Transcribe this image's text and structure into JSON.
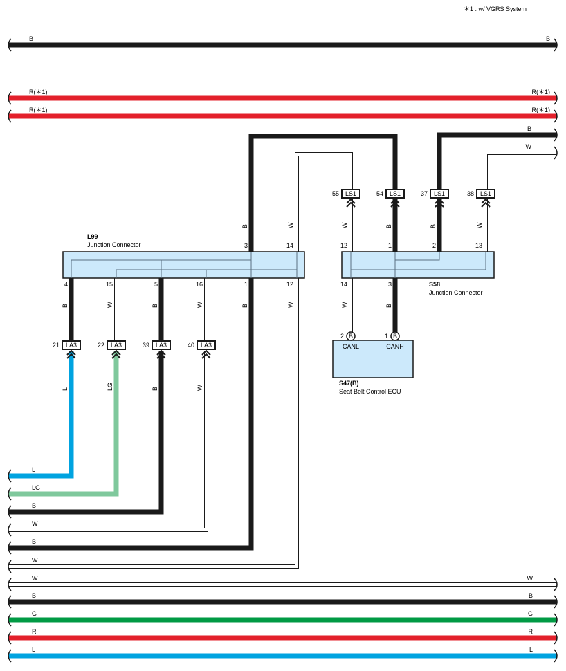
{
  "note": "＊1 : w/ VGRS System",
  "colors": {
    "B": "#1a1a1a",
    "R": "#e3202b",
    "L": "#00a3e0",
    "LG": "#7fc89c",
    "G": "#009a44",
    "W": "#ffffff",
    "box": "#cce9fb",
    "box_line": "#1a1a1a",
    "inner_line": "#5a7080"
  },
  "top_wires": [
    {
      "color": "B",
      "label_left": "B",
      "label_right": "B"
    },
    {
      "color": "R",
      "label_left": "R(＊1)",
      "label_right": "R(＊1)"
    },
    {
      "color": "R",
      "label_left": "R(＊1)",
      "label_right": "R(＊1)"
    }
  ],
  "right_wires": [
    {
      "color": "B",
      "label": "B"
    },
    {
      "color": "W",
      "label": "W"
    }
  ],
  "left_wires": [
    {
      "color": "L",
      "label": "L"
    },
    {
      "color": "LG",
      "label": "LG"
    },
    {
      "color": "B",
      "label": "B"
    },
    {
      "color": "W",
      "label": "W"
    },
    {
      "color": "B",
      "label": "B"
    },
    {
      "color": "W",
      "label": "W"
    }
  ],
  "bottom_wires": [
    {
      "color": "W",
      "label_left": "W",
      "label_right": "W"
    },
    {
      "color": "B",
      "label_left": "B",
      "label_right": "B"
    },
    {
      "color": "G",
      "label_left": "G",
      "label_right": "G"
    },
    {
      "color": "R",
      "label_left": "R",
      "label_right": "R"
    },
    {
      "color": "L",
      "label_left": "L",
      "label_right": "L"
    }
  ],
  "l99": {
    "code": "L99",
    "name": "Junction Connector",
    "top_pins": [
      "3",
      "14"
    ],
    "bottom_pins": [
      "4",
      "15",
      "5",
      "16",
      "1",
      "12"
    ]
  },
  "s58": {
    "code": "S58",
    "name": "Junction Connector",
    "top_pins": [
      "12",
      "1",
      "2",
      "13"
    ],
    "bottom_pins": [
      "14",
      "3"
    ]
  },
  "ls1": [
    {
      "pin": "55",
      "code": "LS1",
      "color": "W"
    },
    {
      "pin": "54",
      "code": "LS1",
      "color": "B"
    },
    {
      "pin": "37",
      "code": "LS1",
      "color": "B"
    },
    {
      "pin": "38",
      "code": "LS1",
      "color": "W"
    }
  ],
  "la3": [
    {
      "pin": "21",
      "code": "LA3",
      "color_upper": "B",
      "color_lower": "L"
    },
    {
      "pin": "22",
      "code": "LA3",
      "color_upper": "W",
      "color_lower": "LG"
    },
    {
      "pin": "39",
      "code": "LA3",
      "color_upper": "B",
      "color_lower": "B"
    },
    {
      "pin": "40",
      "code": "LA3",
      "color_upper": "W",
      "color_lower": "W"
    }
  ],
  "l99_wires": [
    {
      "label": "B"
    },
    {
      "label": "W"
    },
    {
      "label": "B"
    },
    {
      "label": "W"
    }
  ],
  "ls1_wires": [
    {
      "label": "W"
    },
    {
      "label": "B"
    },
    {
      "label": "B"
    },
    {
      "label": "W"
    }
  ],
  "s58_bottom_wires": [
    {
      "label": "W"
    },
    {
      "label": "B"
    }
  ],
  "ecu": {
    "code": "S47(B)",
    "name": "Seat Belt Control ECU",
    "pins": [
      {
        "num": "2",
        "type": "B",
        "signal": "CANL"
      },
      {
        "num": "1",
        "type": "B",
        "signal": "CANH"
      }
    ]
  }
}
